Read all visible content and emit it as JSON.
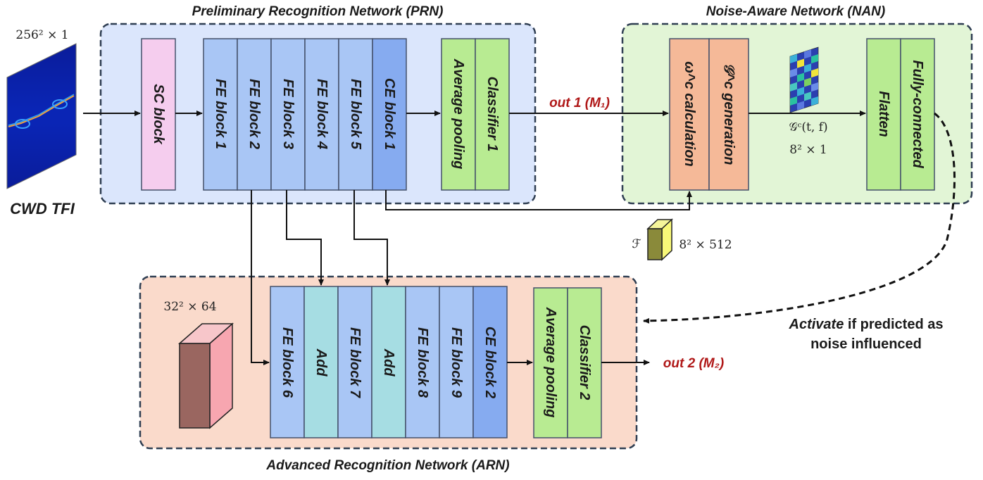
{
  "titles": {
    "prn": "Preliminary Recognition Network (PRN)",
    "nan": "Noise-Aware Network (NAN)",
    "arn": "Advanced Recognition Network (ARN)"
  },
  "input": {
    "size": "256² × 1",
    "label": "CWD TFI"
  },
  "prn_blocks": [
    "SC block",
    "FE block 1",
    "FE block 2",
    "FE block 3",
    "FE block 4",
    "FE block 5",
    "CE block 1",
    "Average pooling",
    "Classifier 1"
  ],
  "out1": "out 1 (M₁)",
  "nan_blocks": [
    "ω^c calculation",
    "𝒢^c generation",
    "Flatten",
    "Fully-connected"
  ],
  "nan_map": {
    "label": "𝒢ᶜ(t, f)",
    "size": "8² × 1"
  },
  "feature": {
    "symbol": "ℱ",
    "size": "8² × 512"
  },
  "arn_feature_size": "32² × 64",
  "arn_blocks": [
    "FE block 6",
    "Add",
    "FE block 7",
    "Add",
    "FE block 8",
    "FE block 9",
    "CE block 2",
    "Average pooling",
    "Classifier 2"
  ],
  "out2": "out 2 (M₂)",
  "activate": {
    "word": "Activate",
    "rest1": " if predicted as",
    "line2": "noise influenced"
  },
  "colors": {
    "prn_bg": "#dbe6fc",
    "nan_bg": "#e2f5d6",
    "arn_bg": "#fadacb",
    "sc": "#f5cdee",
    "fe": "#a9c6f5",
    "ce": "#86abf0",
    "add": "#a6dde3",
    "green_block": "#b8eb92",
    "orange_block": "#f5b998",
    "out_red": "#b01818"
  }
}
